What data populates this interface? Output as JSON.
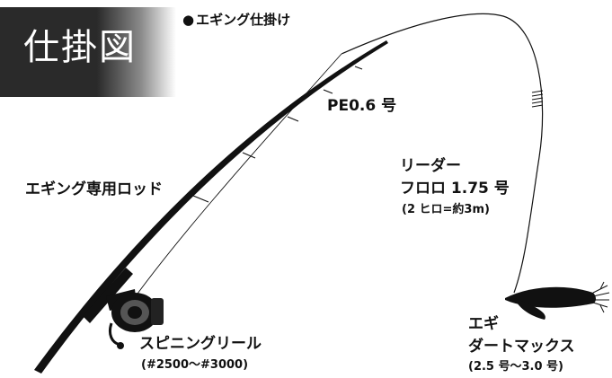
{
  "header": {
    "title": "仕掛図",
    "subtitle_bullet": "●",
    "subtitle": "エギング仕掛け"
  },
  "labels": {
    "pe_line": "PE0.6 号",
    "rod": "エギング専用ロッド",
    "leader_title": "リーダー",
    "leader_line": "フロロ 1.75 号",
    "leader_length": "(2 ヒロ=約3m)",
    "reel_name": "スピニングリール",
    "reel_size": "(#2500〜#3000)",
    "egi_title": "エギ",
    "egi_name": "ダートマックス",
    "egi_size": "(2.5 号〜3.0 号)"
  },
  "colors": {
    "title_background": "#2a2a2a",
    "title_text": "#ffffff",
    "ink": "#111111"
  },
  "icons": [
    "spinning-reel-icon",
    "egi-lure-icon"
  ]
}
